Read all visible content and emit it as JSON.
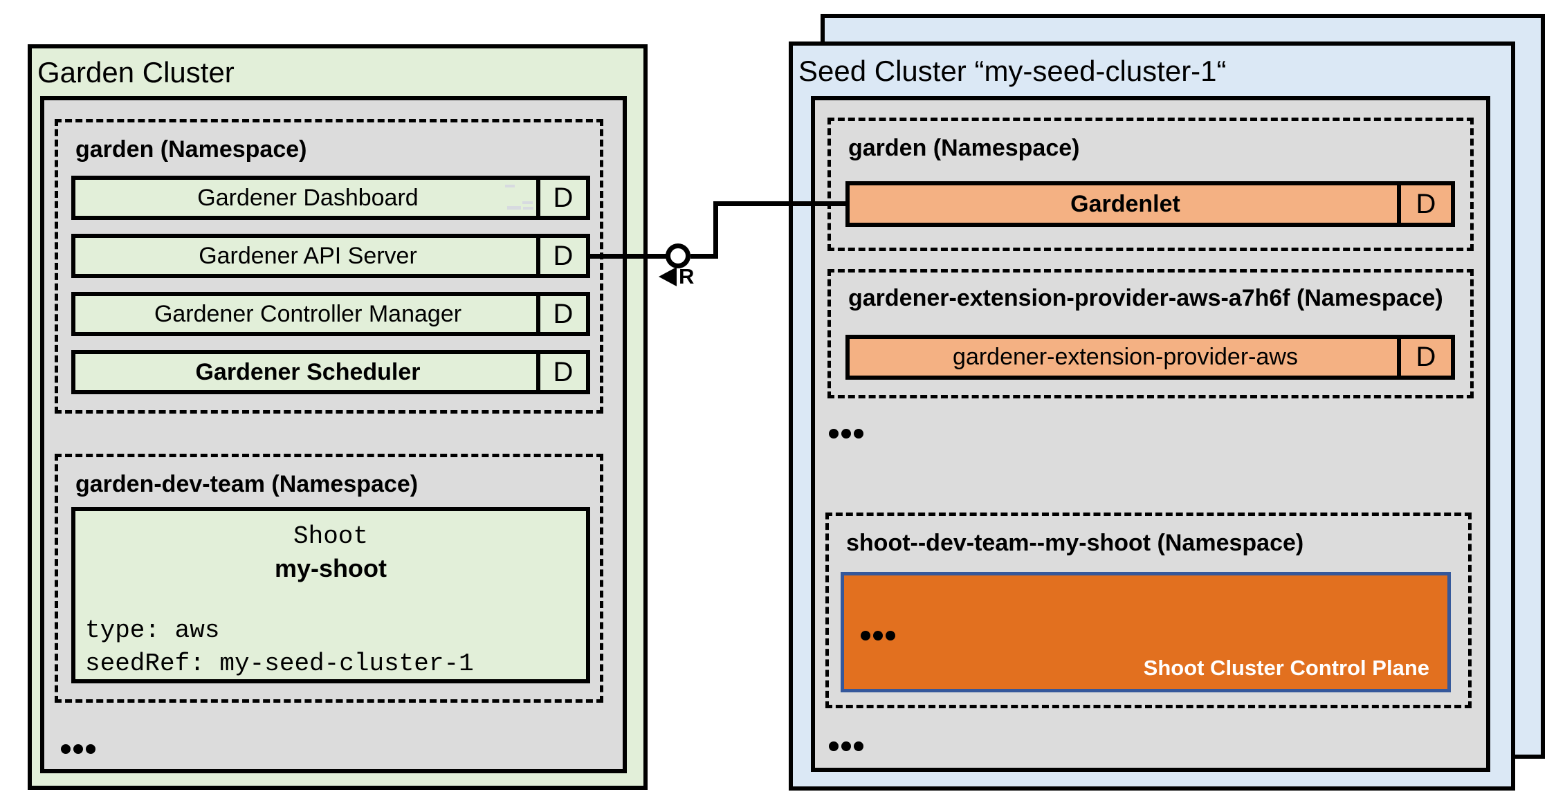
{
  "colors": {
    "garden_bg": "#e2efd9",
    "seed_bg": "#dbe8f5",
    "inner_gray": "#dcdcdc",
    "component_green": "#e2efd9",
    "component_orange": "#f4b183",
    "control_plane_orange": "#e2701f",
    "control_plane_border_blue": "#35589b",
    "line_black": "#000000"
  },
  "garden": {
    "title": "Garden Cluster",
    "ns1": {
      "label": "garden (Namespace)",
      "rows": [
        {
          "label": "Gardener Dashboard",
          "badge": "D"
        },
        {
          "label": "Gardener API Server",
          "badge": "D"
        },
        {
          "label": "Gardener Controller Manager",
          "badge": "D"
        },
        {
          "label": "Gardener Scheduler",
          "badge": "D"
        }
      ]
    },
    "ns2": {
      "label": "garden-dev-team (Namespace)",
      "shoot": {
        "kind": "Shoot",
        "name": "my-shoot",
        "lines": [
          "type: aws",
          "seedRef: my-seed-cluster-1"
        ]
      }
    },
    "ellipsis": "..."
  },
  "seed": {
    "title": "Seed Cluster “my-seed-cluster-1“",
    "ns1": {
      "label": "garden (Namespace)",
      "rows": [
        {
          "label": "Gardenlet",
          "badge": "D",
          "bold": true
        }
      ]
    },
    "ns2": {
      "label": "gardener-extension-provider-aws-a7h6f (Namespace)",
      "rows": [
        {
          "label": "gardener-extension-provider-aws",
          "badge": "D"
        }
      ]
    },
    "mid_ellipsis": "...",
    "ns3": {
      "label": "shoot--dev-team--my-shoot (Namespace)",
      "control_plane": {
        "ellipsis": "...",
        "label": "Shoot Cluster Control Plane"
      }
    },
    "bottom_ellipsis": "..."
  },
  "connector": {
    "r_label": "R",
    "from": "Gardener API Server",
    "to": "Gardenlet",
    "socket_symbol": "open-circle-interface"
  }
}
